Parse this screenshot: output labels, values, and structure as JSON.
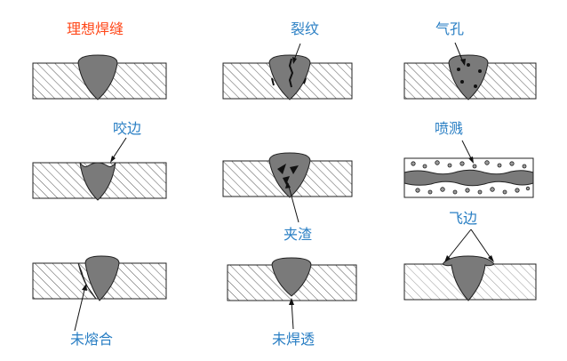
{
  "labels": {
    "ideal": "理想焊缝",
    "crack": "裂纹",
    "porosity": "气孔",
    "undercut": "咬边",
    "slag": "夹渣",
    "spatter": "喷溅",
    "overlap": "飞边",
    "lack_of_fusion": "未熔合",
    "incomplete_penetration": "未焊透"
  },
  "colors": {
    "title": "#ff4a1c",
    "label": "#2a7fc4",
    "weld": "#7a7a7a",
    "slag": "#111111",
    "outline": "#222222"
  }
}
